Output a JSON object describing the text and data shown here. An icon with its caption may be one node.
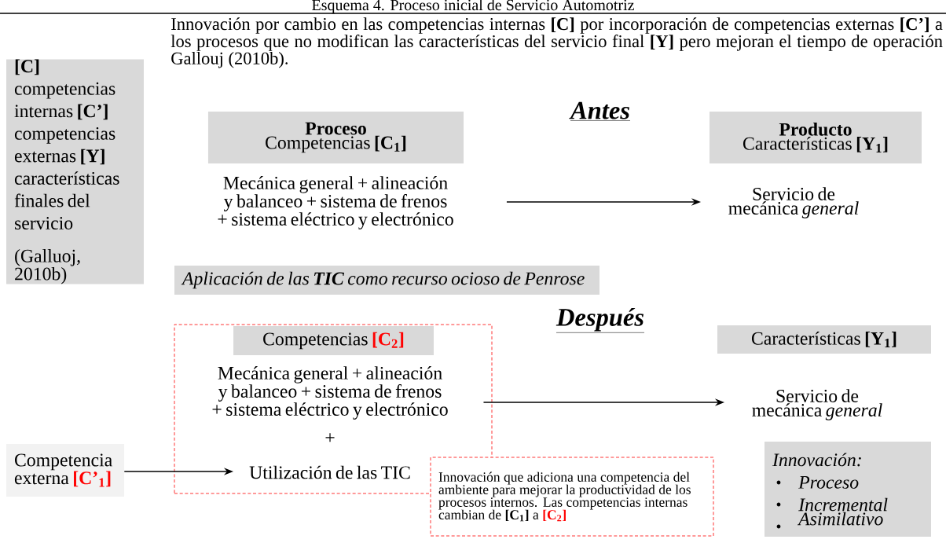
{
  "diagram": {
    "title": "Esquema 4. Proceso inicial de Servicio Automotriz",
    "nodes": [
      {
        "text": [
          "**[C]** competencias internas **[C’]** competencias externas **[Y]** características finales del servicio",
          "(Galluoj, 2010b)"
        ]
      },
      {
        "text": [
          "Proceso",
          "Competencias **[C$_{1}$]**"
        ]
      },
      {
        "text": [
          "Producto",
          "Características **[Y$_{1}$]**"
        ]
      },
      {
        "text": [
          "Mecánica general + alineación y balanceo + sistema de frenos + sistema eléctrico y electrónico"
        ]
      },
      {
        "text": [
          "Servicio de mecánica *general*"
        ]
      },
      {
        "text": [
          "Aplicación de las **TIC** como recurso ocioso de Penrose"
        ]
      },
      {
        "text": [],
        "shape": "box"
      },
      {
        "text": [
          "Competencias",
          "**[C$_{2}$]**"
        ],
        "in": 6
      },
      {
        "text": [
          "Características **[Y$_{1}$]**"
        ]
      },
      {
        "text": [
          "Mecánica general + alineación y balanceo + sistema de frenos + sistema eléctrico y electrónico"
        ],
        "in": 6
      },
      {
        "text": [
          "Servicio de mecánica *general*"
        ]
      },
      {
        "text": [
          "Utilización de las TIC"
        ],
        "in": 6
      },
      {
        "text": [
          "Competencia externa",
          "**[C’$_{1}$]**"
        ]
      },
      {
        "text": [
          "Innovación que adiciona una competencia del ambiente para mejorar la productividad de los procesos internos. Las competencias internas cambian de **[C$_{1}$]** a",
          "**[C$_{2}$]**"
        ]
      },
      {
        "text": [
          "Innovación:",
          "Proceso",
          "Incremental",
          "Asimilativo"
        ]
      }
    ],
    "edges": [
      {
        "from": 3,
        "to": 4,
        "arrow": "to"
      },
      {
        "from": 9,
        "to": 10,
        "arrow": "to"
      },
      {
        "from": 12,
        "to": 11,
        "arrow": "to"
      }
    ],
    "labels": [
      "Innovación por cambio en las competencias internas **[C]** por incorporación de competencias externas **[C’]** a los procesos que no modifican las características del servicio final **[Y]** pero mejoran el tiempo de operación Gallouj (2010b).",
      "Antes",
      "Después",
      "+"
    ]
  }
}
